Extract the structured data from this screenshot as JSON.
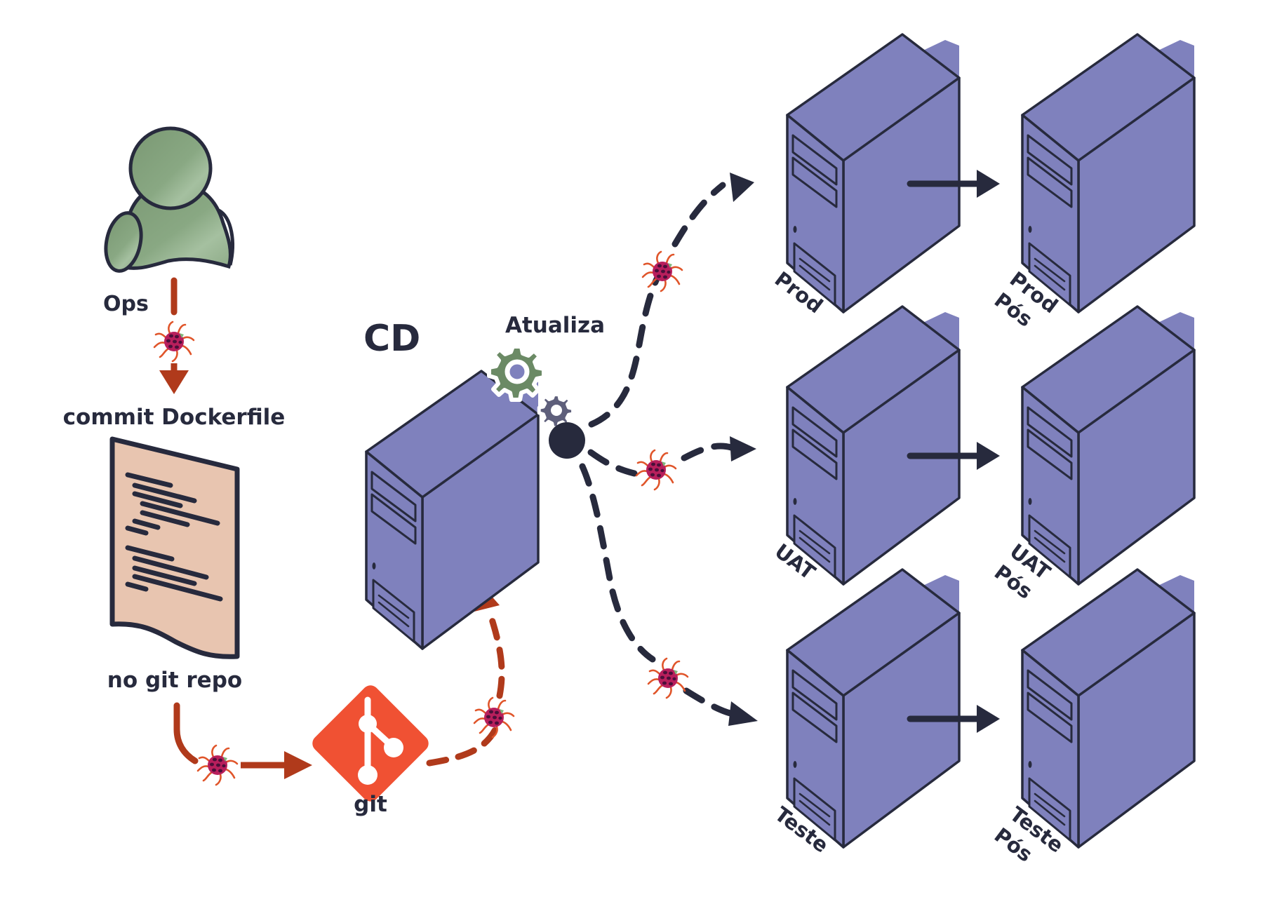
{
  "colors": {
    "ink": "#272a3d",
    "server_fill": "#7f81bd",
    "person_fill": "#86a57f",
    "doc_fill": "#e8c5b0",
    "git_orange": "#f05133",
    "arrow_orange": "#b03a1b",
    "gear_green": "#6b8a65",
    "gear_gray": "#5e5f7b",
    "bug_body": "#b81f5c",
    "bug_legs": "#e0552a"
  },
  "labels": {
    "ops": "Ops",
    "commit": "commit Dockerfile",
    "repo": "no git repo",
    "git": "git",
    "cd": "CD",
    "atualiza": "Atualiza"
  },
  "environments": [
    {
      "name": "Prod",
      "post": [
        "Prod",
        "Pós"
      ]
    },
    {
      "name": "UAT",
      "post": [
        "UAT",
        "Pós"
      ]
    },
    {
      "name": "Teste",
      "post": [
        "Teste",
        "Pós"
      ]
    }
  ]
}
